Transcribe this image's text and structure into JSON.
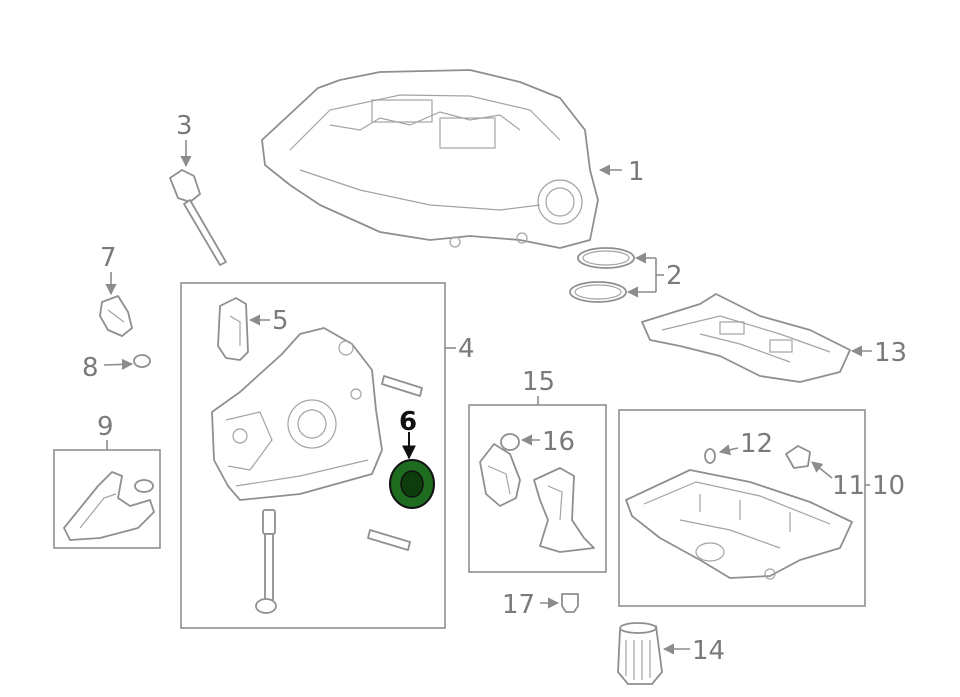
{
  "diagram": {
    "highlight_color": "#1f6b1f",
    "callouts": {
      "c1": "1",
      "c2": "2",
      "c3": "3",
      "c4": "4",
      "c5": "5",
      "c6": "6",
      "c7": "7",
      "c8": "8",
      "c9": "9",
      "c10": "10",
      "c11": "11",
      "c12": "12",
      "c13": "13",
      "c14": "14",
      "c15": "15",
      "c16": "16",
      "c17": "17"
    }
  }
}
